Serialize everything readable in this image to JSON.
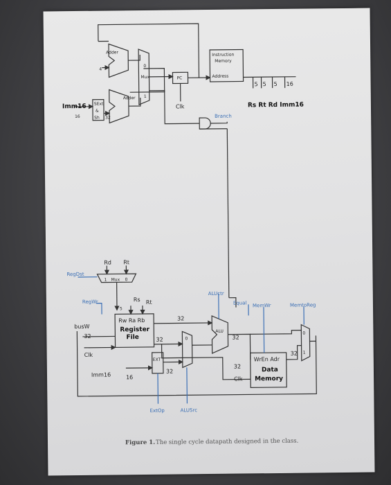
{
  "fetch": {
    "adder_top": "Adder",
    "adder_bottom": "Adder",
    "four": "4",
    "zero": "0",
    "one": "1",
    "mux": "Mux",
    "pc": "PC",
    "clk": "Clk",
    "sext": "SExt",
    "amp": "&",
    "shift": "Sh",
    "thirtytwo": "32",
    "imm16": "Imm16",
    "sixteen": "16",
    "instr_mem_line1": "Instruction",
    "instr_mem_line2": "Memory",
    "address": "Address",
    "branch": "Branch",
    "field_widths": [
      "5",
      "5",
      "5",
      "16"
    ],
    "fields": "Rs  Rt  Rd  Imm16"
  },
  "datapath": {
    "rd": "Rd",
    "rt": "Rt",
    "regdst": "RegDst",
    "mux_one": "1",
    "mux": "Mux",
    "mux_zero": "0",
    "regwr": "RegWr",
    "rs": "Rs",
    "rt2": "Rt",
    "five": "5",
    "rw_ra_rb": "Rw  Ra  Rb",
    "regfile_1": "Register",
    "regfile_2": "File",
    "busw": "busW",
    "bits32": "32",
    "clk": "Clk",
    "imm16": "Imm16",
    "sixteen": "16",
    "ext": "EXT",
    "extop": "ExtOp",
    "alusrc": "ALUSrc",
    "aluctr": "ALUctr",
    "alu": "ALU",
    "equal": "Equal",
    "memwr": "MemWr",
    "memtoreg": "MemtoReg",
    "mem_line1": "WrEn Adr",
    "mem_line2": "Data",
    "mem_line3": "Memory",
    "zero": "0",
    "one": "1"
  },
  "caption": {
    "label": "Figure 1.",
    "text": "The single cycle datapath designed in the class."
  },
  "colors": {
    "wire": "#333333",
    "control": "#3b6fb5",
    "paper": "#e4e4e5"
  }
}
